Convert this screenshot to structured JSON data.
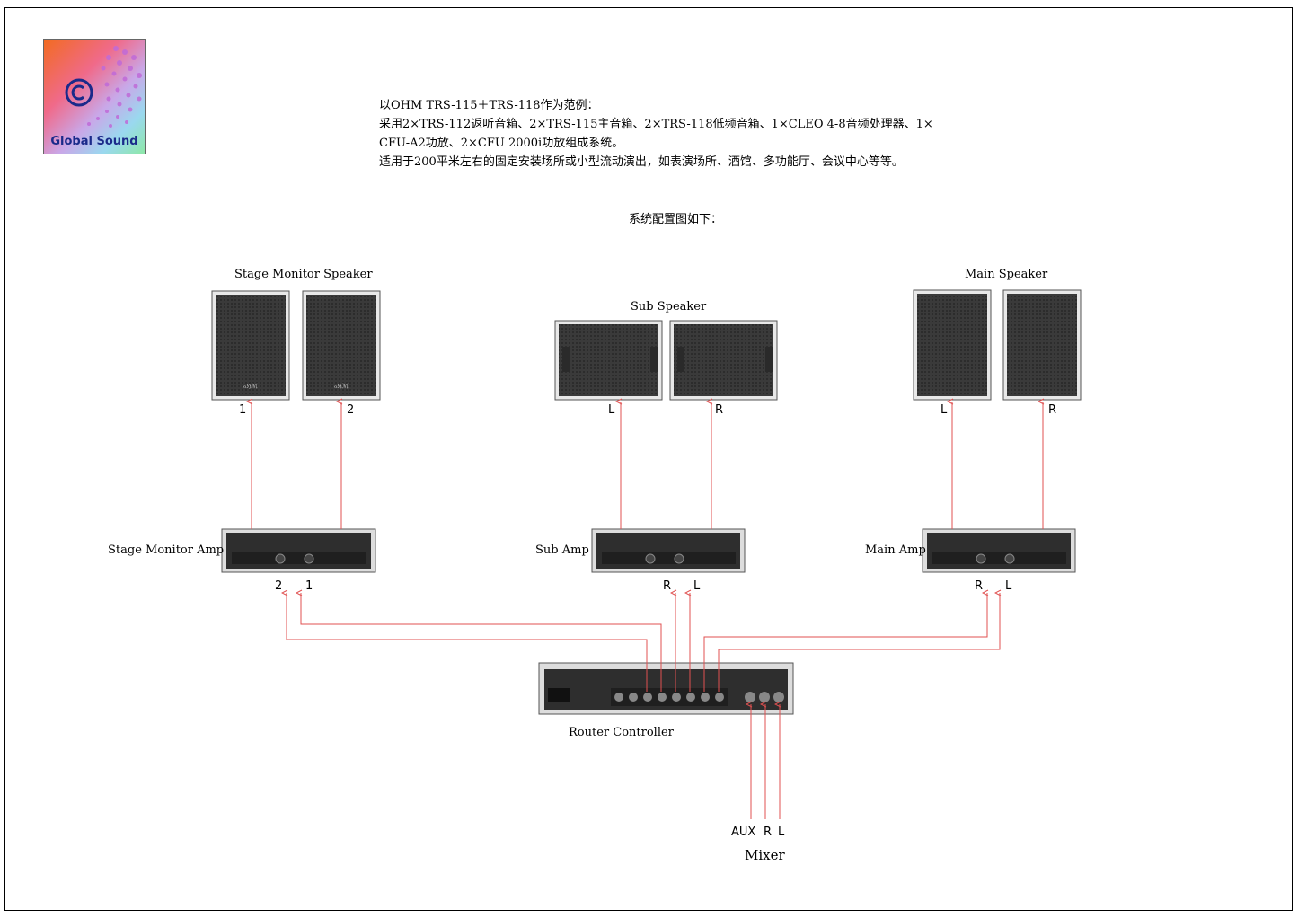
{
  "logo": {
    "text": "Global Sound",
    "icon": "global-sound-logo-icon"
  },
  "intro": [
    "以OHM TRS-115＋TRS-118作为范例：",
    "采用2×TRS-112返听音箱、2×TRS-115主音箱、2×TRS-118低频音箱、1×CLEO 4-8音频处理器、1×",
    "CFU-A2功放、2×CFU 2000i功放组成系统。",
    "适用于200平米左右的固定安装场所或小型流动演出，如表演场所、酒馆、多功能厅、会议中心等等。"
  ],
  "subtitle": "系统配置图如下：",
  "groups": {
    "stage_monitor_speaker": "Stage Monitor Speaker",
    "sub_speaker": "Sub Speaker",
    "main_speaker": "Main Speaker",
    "stage_monitor_amp": "Stage Monitor Amp",
    "sub_amp": "Sub Amp",
    "main_amp": "Main Amp",
    "router": "Router Controller",
    "mixer": "Mixer"
  },
  "ports": {
    "monitor_speakers": [
      "1",
      "2"
    ],
    "sub_speakers": [
      "L",
      "R"
    ],
    "main_speakers": [
      "L",
      "R"
    ],
    "monitor_amp": [
      "2",
      "1"
    ],
    "sub_amp": [
      "R",
      "L"
    ],
    "main_amp": [
      "R",
      "L"
    ],
    "mixer_inputs": [
      "AUX",
      "R",
      "L"
    ]
  },
  "colors": {
    "wire": "#e05050",
    "device": "#2e2e2e",
    "grille": "#4a4a4a"
  }
}
